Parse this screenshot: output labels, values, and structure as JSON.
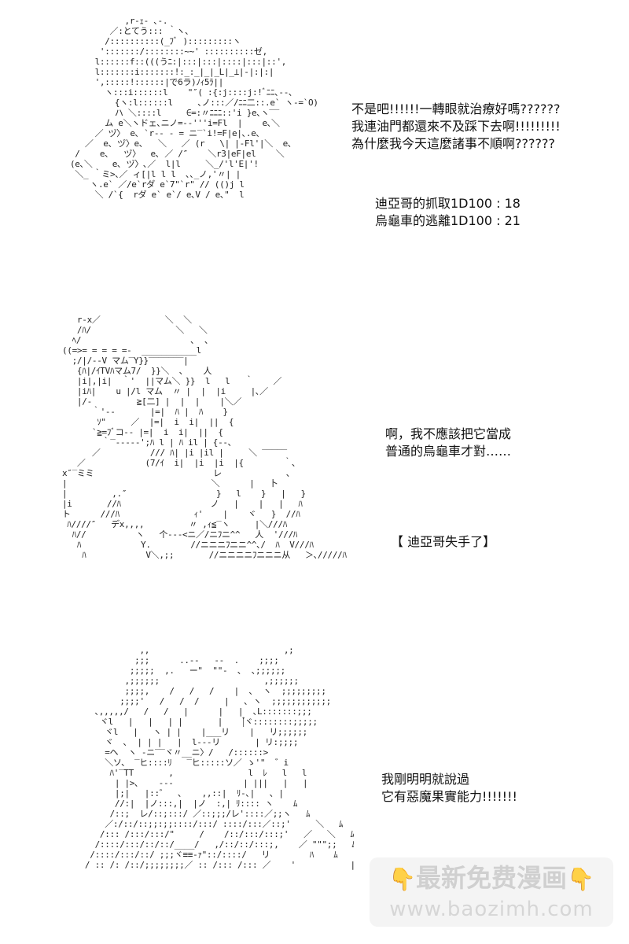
{
  "panels": [
    {
      "dialogue": [
        "不是吧!!!!!!一轉眼就治療好嗎??????",
        "我連油門都還來不及踩下去啊!!!!!!!!!",
        "為什麼我今天這麼諸事不順啊??????"
      ],
      "dice": [
        "迪亞哥的抓取1D100 : 18",
        "烏龜車的逃離1D100 : 21"
      ]
    },
    {
      "dialogue": [
        "啊，我不應該把它當成",
        "普通的烏龜車才對……"
      ],
      "event": "【 迪亞哥失手了】"
    },
    {
      "dialogue": [
        "我剛明明就說過",
        "它有惡魔果實能力!!!!!!!"
      ]
    }
  ],
  "watermark": {
    "title": "最新免费漫画",
    "url": "www.baozimh.com",
    "icon": "pointing-hand-icon"
  }
}
